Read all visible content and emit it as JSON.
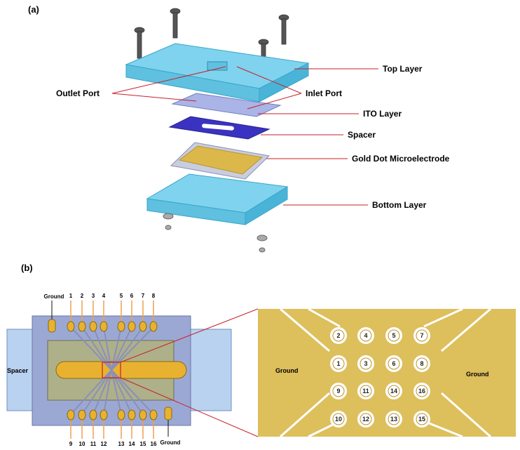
{
  "panel_a": {
    "label": "(a)",
    "parts": {
      "top_layer": "Top Layer",
      "outlet_port": "Outlet Port",
      "inlet_port": "Inlet Port",
      "ito_layer": "ITO Layer",
      "spacer": "Spacer",
      "gold_dot": "Gold Dot Microelectrode",
      "bottom_layer": "Bottom Layer"
    }
  },
  "panel_b": {
    "label": "(b)",
    "spacer": "Spacer",
    "ground_top": "Ground",
    "ground_bottom": "Ground",
    "top_pins": [
      "1",
      "2",
      "3",
      "4",
      "5",
      "6",
      "7",
      "8"
    ],
    "bottom_pins": [
      "9",
      "10",
      "11",
      "12",
      "13",
      "14",
      "15",
      "16"
    ],
    "zoom": {
      "ground_left": "Ground",
      "ground_right": "Ground",
      "electrodes": [
        "2",
        "4",
        "5",
        "7",
        "1",
        "3",
        "6",
        "8",
        "9",
        "11",
        "14",
        "16",
        "10",
        "12",
        "13",
        "15"
      ]
    }
  },
  "colors": {
    "acrylic": "#7fd3ee",
    "acrylic_edge": "#3aa6c8",
    "ito": "#aab4e6",
    "spacer": "#3a32c0",
    "gold": "#dcb84a",
    "gold_dark": "#b8952e",
    "leader": "#c8202a",
    "pin_line": "#f0a04a"
  }
}
